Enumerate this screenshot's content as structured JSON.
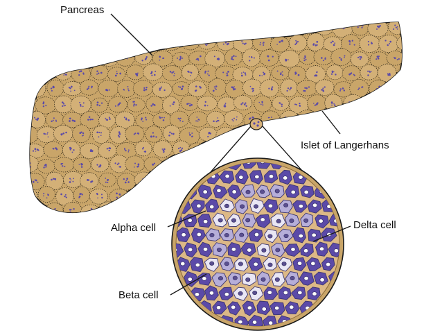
{
  "labels": {
    "pancreas": "Pancreas",
    "islet": "Islet of Langerhans",
    "alpha": "Alpha cell",
    "delta": "Delta cell",
    "beta": "Beta cell"
  },
  "colors": {
    "tissue": "#c9a569",
    "tissue_dark": "#8a6a36",
    "islet_bg": "#d8b27a",
    "beta_cell": "#5b4aa8",
    "alpha_cell": "#b6aed9",
    "delta_cell": "#e9e6f4",
    "outline": "#1a1a1a"
  }
}
